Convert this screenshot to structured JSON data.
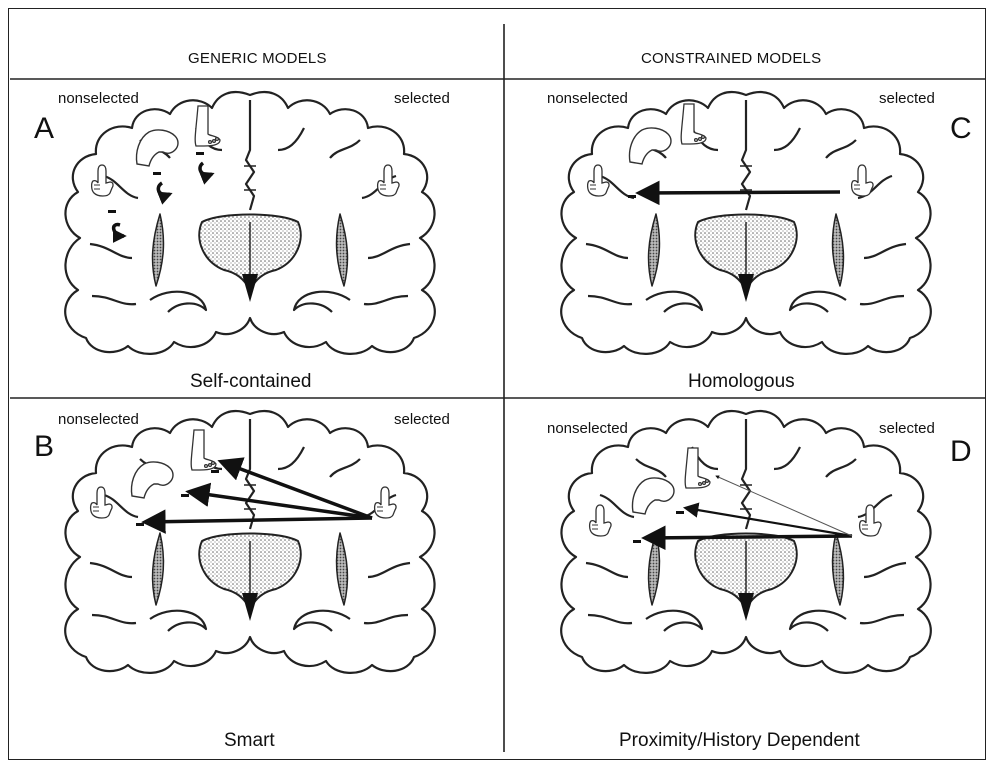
{
  "headers": {
    "left": "GENERIC MODELS",
    "right": "CONSTRAINED MODELS"
  },
  "panels": [
    {
      "letter": "A",
      "left_label": "nonselected",
      "right_label": "selected",
      "caption": "Self-contained"
    },
    {
      "letter": "B",
      "left_label": "nonselected",
      "right_label": "selected",
      "caption": "Smart"
    },
    {
      "letter": "C",
      "left_label": "nonselected",
      "right_label": "selected",
      "caption": "Homologous"
    },
    {
      "letter": "D",
      "left_label": "nonselected",
      "right_label": "selected",
      "caption": "Proximity/History Dependent"
    }
  ],
  "inhibition_mark": "-"
}
